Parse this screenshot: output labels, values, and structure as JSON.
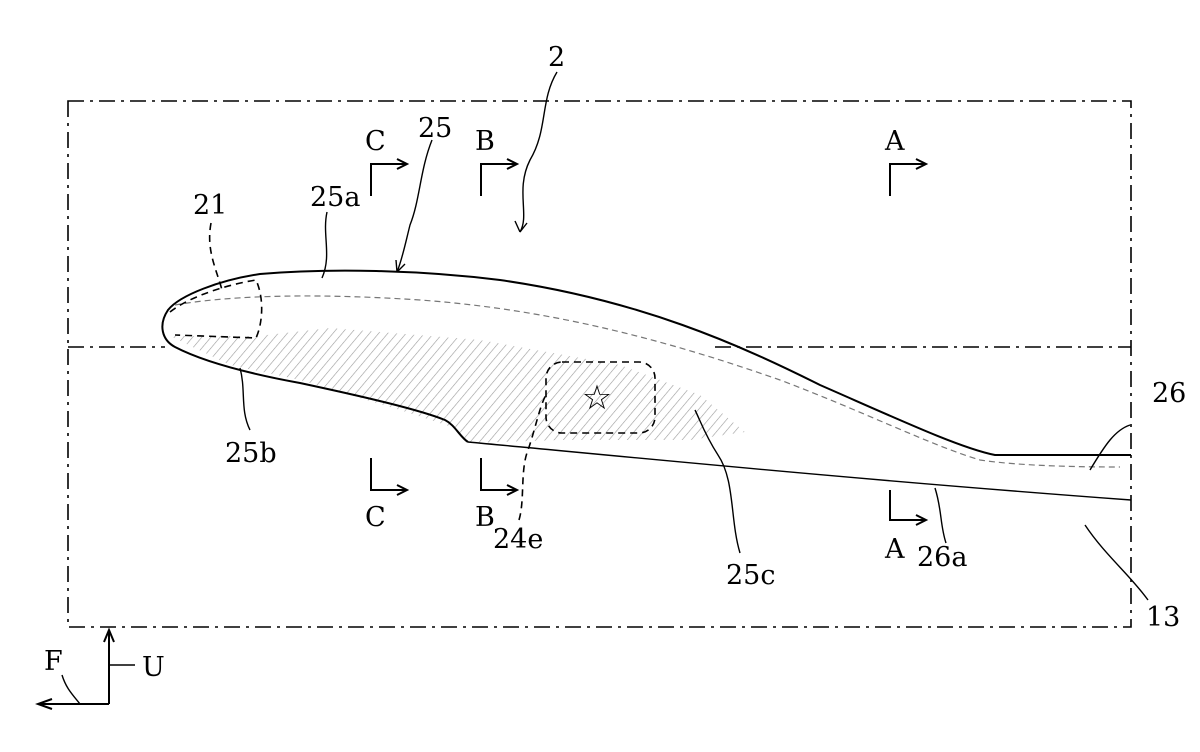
{
  "figure": {
    "labels": {
      "ref_2": "2",
      "ref_25": "25",
      "ref_25a": "25a",
      "ref_25b": "25b",
      "ref_25c": "25c",
      "ref_21": "21",
      "ref_24e": "24e",
      "ref_26": "26",
      "ref_26a": "26a",
      "ref_13": "13"
    },
    "section_markers": {
      "c_top": "C",
      "b_top": "B",
      "a_top": "A",
      "c_bottom": "C",
      "b_bottom": "B",
      "a_bottom": "A"
    },
    "axes": {
      "forward": "F",
      "up": "U"
    }
  },
  "colors": {
    "line": "#000000",
    "hatch": "#9a9a9a",
    "background": "#ffffff"
  },
  "icons": {
    "center_symbol": "star-icon"
  }
}
